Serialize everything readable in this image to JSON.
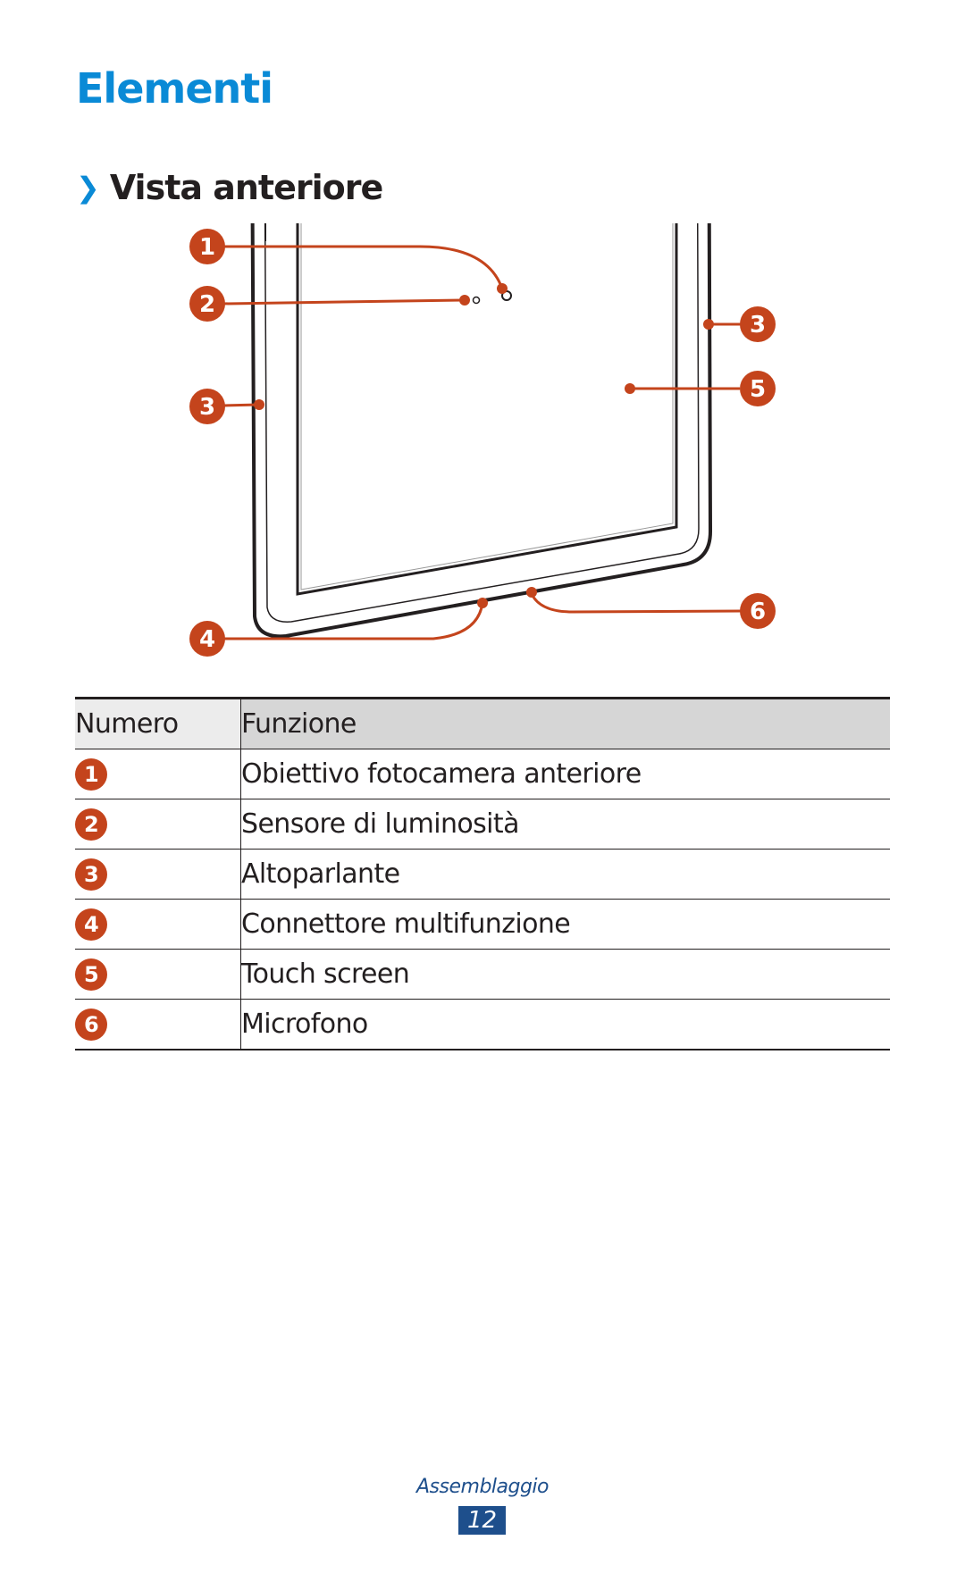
{
  "page": {
    "title": "Elementi",
    "section_title": "Vista anteriore"
  },
  "figure": {
    "callouts": [
      "1",
      "2",
      "3",
      "3",
      "5",
      "4",
      "6"
    ]
  },
  "table": {
    "headers": {
      "number": "Numero",
      "function": "Funzione"
    },
    "rows": [
      {
        "number": "1",
        "function": "Obiettivo fotocamera anteriore"
      },
      {
        "number": "2",
        "function": "Sensore di luminosità"
      },
      {
        "number": "3",
        "function": "Altoparlante"
      },
      {
        "number": "4",
        "function": "Connettore multifunzione"
      },
      {
        "number": "5",
        "function": "Touch screen"
      },
      {
        "number": "6",
        "function": "Microfono"
      }
    ]
  },
  "footer": {
    "section": "Assemblaggio",
    "page_number": "12"
  },
  "colors": {
    "title_blue": "#0a8ad6",
    "callout_red": "#c4441c",
    "footer_blue": "#1e4f8c"
  }
}
